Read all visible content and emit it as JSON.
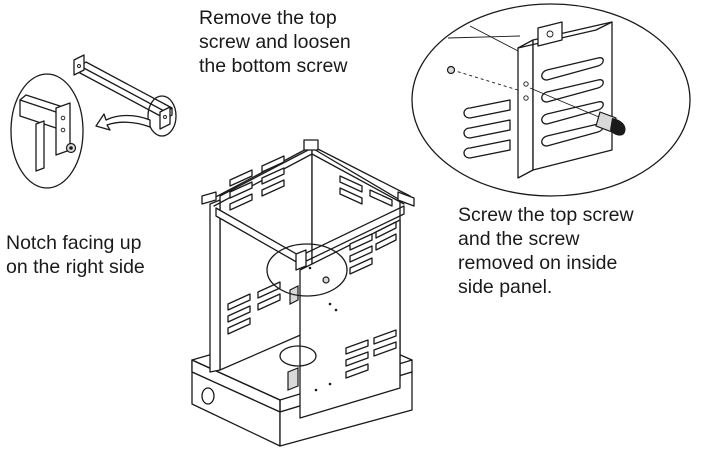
{
  "captions": {
    "top": [
      "Remove the top",
      "screw and loosen",
      "the bottom screw"
    ],
    "left": [
      "Notch facing up",
      "on the right side"
    ],
    "right": [
      "Screw the top screw",
      "and the screw",
      "removed on inside",
      "side panel."
    ]
  },
  "colors": {
    "line": "#1a1a1a",
    "background": "#ffffff",
    "shade": "#d9d9d9"
  },
  "icons": {
    "arrow": "curved-arrow-icon",
    "screw": "screw-icon"
  }
}
